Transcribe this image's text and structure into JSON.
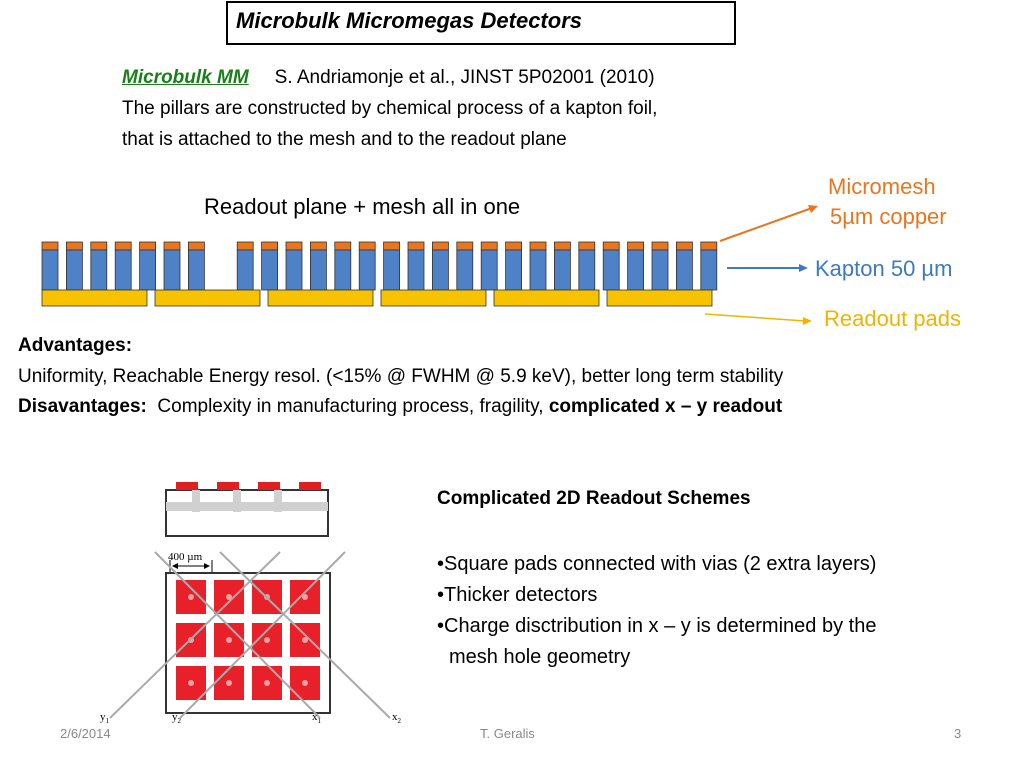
{
  "title": "Microbulk Micromegas Detectors",
  "reference": {
    "link_label": "Microbulk MM",
    "citation": "S. Andriamonje et al., JINST 5P02001 (2010)"
  },
  "description": [
    "The pillars are constructed by chemical process of a kapton foil,",
    "that is attached to the mesh and to the readout plane"
  ],
  "diagram": {
    "caption": "Readout plane + mesh all in one",
    "labels": {
      "micromesh_line1": "Micromesh",
      "micromesh_line2": "5µm copper",
      "kapton": "Kapton 50 µm",
      "readout_pads": "Readout pads"
    },
    "colors": {
      "mesh": "#e8761e",
      "kapton": "#4f81c7",
      "pads": "#f7c300"
    }
  },
  "advantages": {
    "heading": "Advantages:",
    "text": "Uniformity, Reachable Energy resol. (<15% @ FWHM @ 5.9 keV), better long term stability"
  },
  "disadvantages": {
    "heading": "Disavantages:",
    "text": "Complexity in manufacturing process, fragility,",
    "emphasis": "complicated x – y readout"
  },
  "figure": {
    "scale_label": "400 µm",
    "axis_labels": {
      "y1": "y",
      "y1_sub": "1",
      "y2": "y",
      "y2_sub": "2",
      "x1": "x",
      "x1_sub": "1",
      "x2": "x",
      "x2_sub": "2"
    }
  },
  "schemes": {
    "title": "Complicated 2D Readout Schemes",
    "bullets": [
      "•Square pads connected with vias (2 extra layers)",
      "•Thicker detectors",
      "•Charge disctribution in x – y is determined by the",
      "mesh hole geometry"
    ]
  },
  "footer": {
    "date": "2/6/2014",
    "author": "T. Geralis",
    "page": "3"
  }
}
